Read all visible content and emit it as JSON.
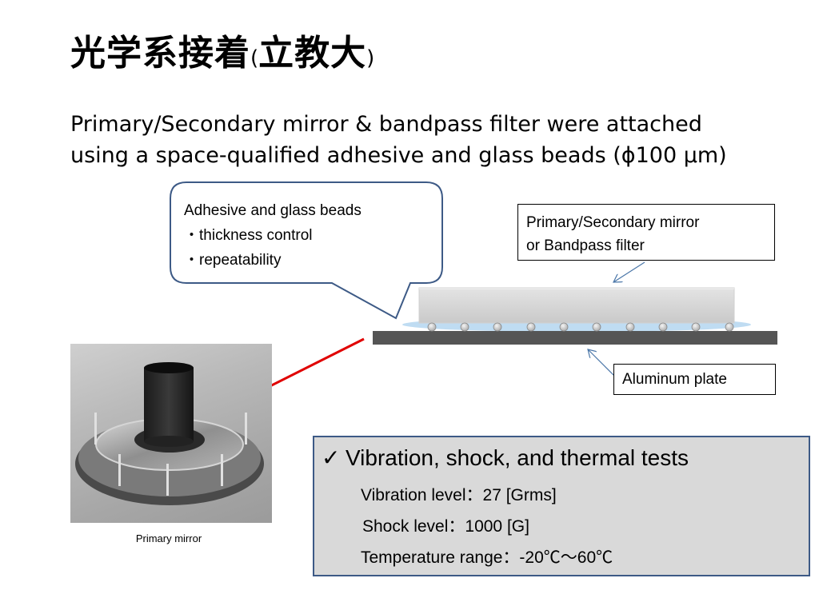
{
  "slide": {
    "title_main": "光学系接着",
    "title_open": "(",
    "title_org": "立教大",
    "title_close": ")",
    "subtitle_line1": "Primary/Secondary mirror & bandpass filter were attached",
    "subtitle_line2": "using a space-qualified adhesive and glass beads (ϕ100 μm)"
  },
  "callout": {
    "heading": "Adhesive and glass beads",
    "items": [
      "・thickness control",
      "・repeatability"
    ]
  },
  "labels": {
    "mirror_line1": "Primary/Secondary mirror",
    "mirror_line2": "or Bandpass filter",
    "plate": "Aluminum plate"
  },
  "photo": {
    "caption": "Primary mirror"
  },
  "tests": {
    "check_icon": "checkmark-icon",
    "check_glyph": "✓",
    "heading": "Vibration, shock, and thermal tests",
    "vibration": "Vibration level：27 [Grms]",
    "shock": "Shock level：1000 [G]",
    "temperature": "Temperature range：-20℃～60℃"
  },
  "colors": {
    "callout_border": "#3d5a86",
    "test_box_bg": "#d9d9d9",
    "test_box_border": "#3d5a86",
    "red_arrow": "#e00000",
    "plate": "#555555",
    "adhesive": "#bfdcf2"
  }
}
